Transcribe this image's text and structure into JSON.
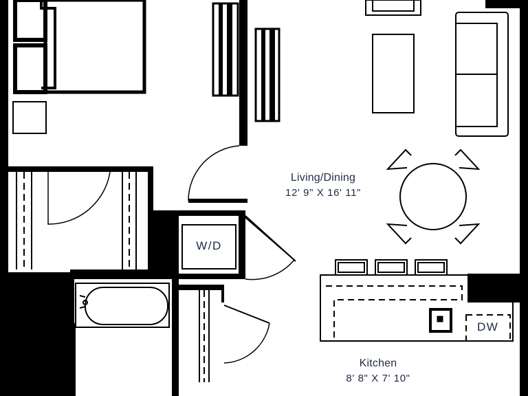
{
  "rooms": {
    "living": {
      "name": "Living/Dining",
      "dimensions": "12' 9\" X 16' 11\""
    },
    "kitchen": {
      "name": "Kitchen",
      "dimensions": "8' 8\" X 7' 10\""
    }
  },
  "fixtures": {
    "washer_dryer": "W/D",
    "dishwasher": "DW"
  },
  "colors": {
    "wall": "#000000",
    "text": "#1f2a44",
    "background": "#ffffff"
  }
}
